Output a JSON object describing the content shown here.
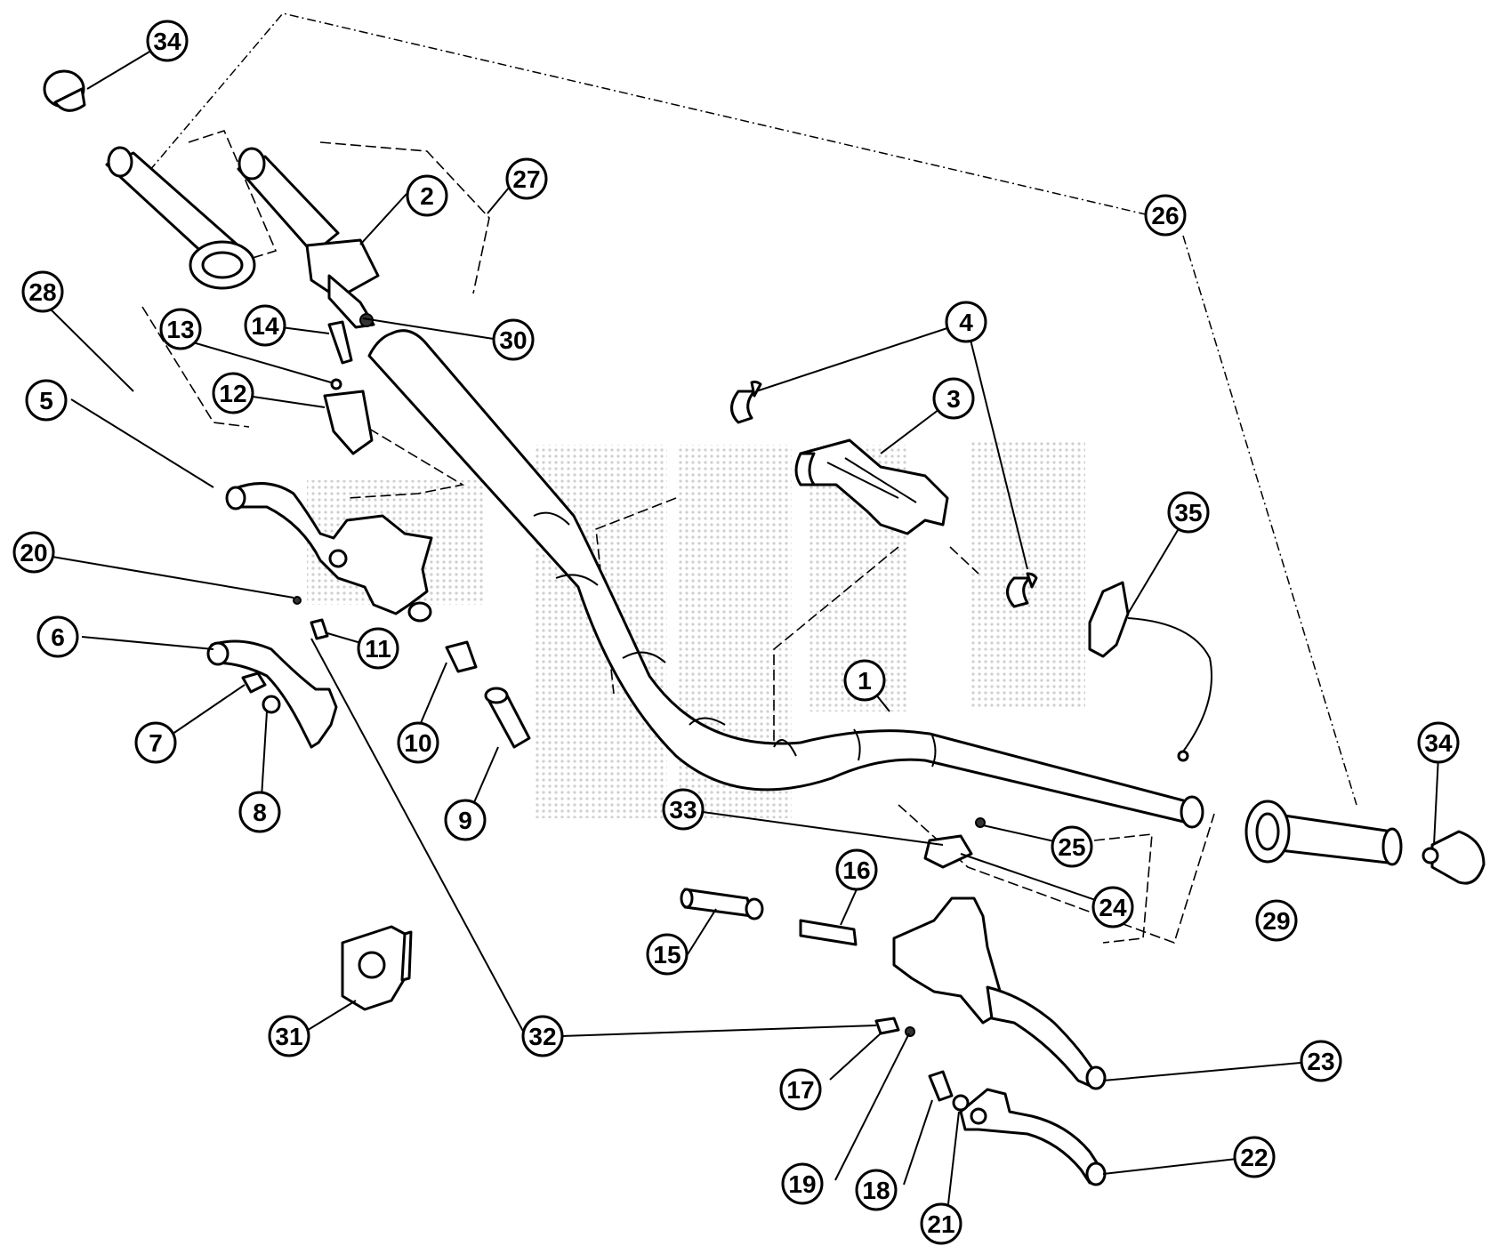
{
  "callouts": {
    "c1": "1",
    "c2": "2",
    "c3": "3",
    "c4": "4",
    "c5": "5",
    "c6": "6",
    "c7": "7",
    "c8": "8",
    "c9": "9",
    "c10": "10",
    "c11": "11",
    "c12": "12",
    "c13": "13",
    "c14": "14",
    "c15": "15",
    "c16": "16",
    "c17": "17",
    "c18": "18",
    "c19": "19",
    "c20": "20",
    "c21": "21",
    "c22": "22",
    "c23": "23",
    "c24": "24",
    "c25": "25",
    "c26": "26",
    "c27": "27",
    "c28": "28",
    "c29": "29",
    "c30": "30",
    "c31": "31",
    "c32": "32",
    "c33": "33",
    "c34a": "34",
    "c34b": "34",
    "c35": "35"
  },
  "colors": {
    "line": "#000000",
    "background": "#ffffff",
    "watermark": "#cccccc"
  }
}
